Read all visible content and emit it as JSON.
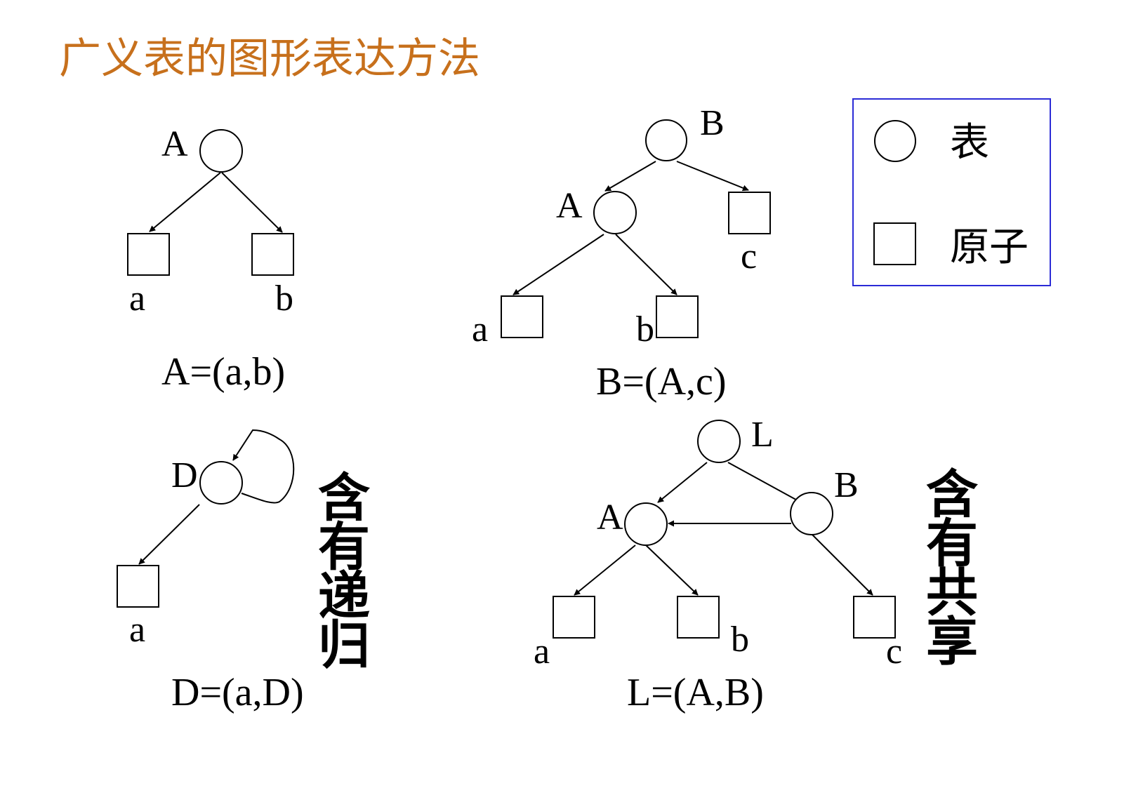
{
  "title": "广义表的图形表达方法",
  "legend": {
    "list_label": "表",
    "atom_label": "原子"
  },
  "diagrams": {
    "a": {
      "node_A": "A",
      "atom_a": "a",
      "atom_b": "b",
      "equation": "A=(a,b)"
    },
    "b": {
      "node_B": "B",
      "node_A": "A",
      "atom_a": "a",
      "atom_b": "b",
      "atom_c": "c",
      "equation": "B=(A,c)"
    },
    "d": {
      "node_D": "D",
      "atom_a": "a",
      "equation": "D=(a,D)",
      "note": [
        "含",
        "有",
        "递",
        "归"
      ]
    },
    "l": {
      "node_L": "L",
      "node_A": "A",
      "node_B": "B",
      "atom_a": "a",
      "atom_b": "b",
      "atom_c": "c",
      "equation": "L=(A,B)",
      "note": [
        "含",
        "有",
        "共",
        "享"
      ]
    }
  }
}
